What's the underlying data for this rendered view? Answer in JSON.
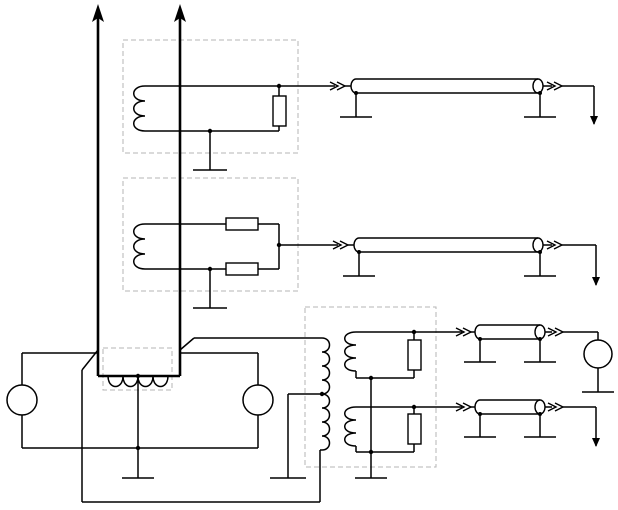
{
  "diagram": {
    "kind": "electrical schematic",
    "line_color": "#000000",
    "dashed_box_color": "#b5b5b5",
    "background": "#ffffff",
    "blocks": [
      {
        "name": "upper-transformer-block",
        "components": [
          "coil",
          "resistor"
        ],
        "output": "coaxial-line",
        "termination": "ground-arrow"
      },
      {
        "name": "middle-transformer-block",
        "components": [
          "coil",
          "resistor",
          "resistor"
        ],
        "output": "coaxial-line",
        "termination": "ground-arrow"
      },
      {
        "name": "lower-transformer-block",
        "components": [
          "coil",
          "coil",
          "resistor",
          "resistor",
          "tapped-coil"
        ],
        "outputs": [
          "coaxial-line",
          "coaxial-line"
        ],
        "terminations": [
          "signal-source",
          "ground-arrow"
        ]
      },
      {
        "name": "base-center-tapped-coil",
        "components": [
          "coil"
        ],
        "sources": [
          "left-source",
          "right-source"
        ]
      }
    ]
  }
}
